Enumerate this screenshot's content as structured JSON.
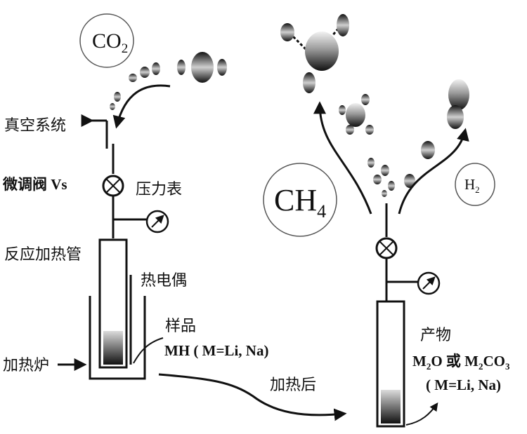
{
  "left": {
    "gas_bubble": {
      "main": "CO",
      "sub": "2"
    },
    "vacuum_label": "真空系统",
    "valve_label": "微调阀 Vs",
    "gauge_label": "压力表",
    "tube_label": "反应加热管",
    "thermocouple_label": "热电偶",
    "furnace_label": "加热炉",
    "sample_label": "样品",
    "sample_formula": "MH ( M=Li, Na)"
  },
  "middle": {
    "after_heating_label": "加热后"
  },
  "right": {
    "ch4_bubble": {
      "main": "CH",
      "sub": "4"
    },
    "h2_bubble": {
      "main": "H",
      "sub": "2"
    },
    "product_label": "产物",
    "product_formula": {
      "m1": "M",
      "s1": "2",
      "mid": "O 或 M",
      "s2": "2",
      "end": "CO",
      "s3": "3"
    },
    "product_note": "( M=Li, Na)"
  }
}
